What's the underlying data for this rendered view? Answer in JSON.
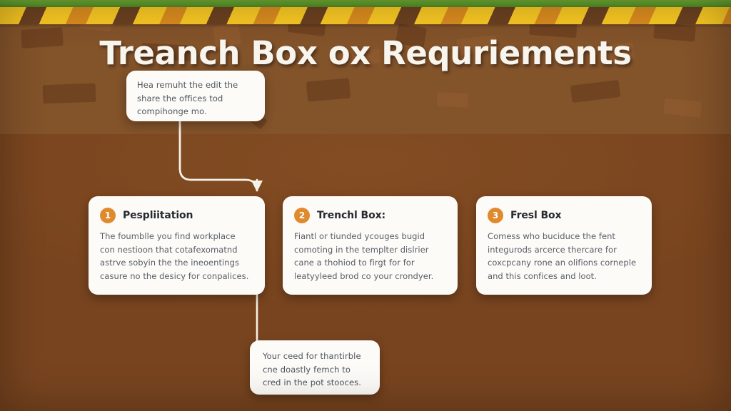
{
  "header": {
    "title": "Treanch Box ox Requriements"
  },
  "theme": {
    "grass_color": "#5e9a2c",
    "hazard_yellow": "#f7c723",
    "hazard_orange": "#d98b1f",
    "hazard_brown": "#6b4020",
    "dirt_upper": "#83532a",
    "dirt_lower": "#78441f",
    "card_background": "#fdfbf7",
    "badge_color": "#e08a2e",
    "connector_color": "#f6f1e8",
    "title_color": "#f8f4ee"
  },
  "callouts": {
    "top": {
      "text": "Hea remuht the edit the share the offices tod compihonge mo."
    },
    "bottom": {
      "text": "Your ceed for thantirble cne doastly femch to cred in the pot stooces."
    }
  },
  "cards": [
    {
      "number": "1",
      "title": "Pespliitation",
      "body": "The foumblle you find workplace con nestioon that cotafexomatnd astrve sobyin the the ineoentings casure no the desicy for conpalices."
    },
    {
      "number": "2",
      "title": "Trenchl Box:",
      "body": "Fiantl or tiunded ycouges bugid comoting in the templter dislrier cane a thohiod to firgt for for leatyyleed brod co your crondyer."
    },
    {
      "number": "3",
      "title": "Fresl Box",
      "body": "Comess who buciduce the fent integurods arcerce thercare for coxcpcany rone an olifions corneple and this confices and loot."
    }
  ]
}
